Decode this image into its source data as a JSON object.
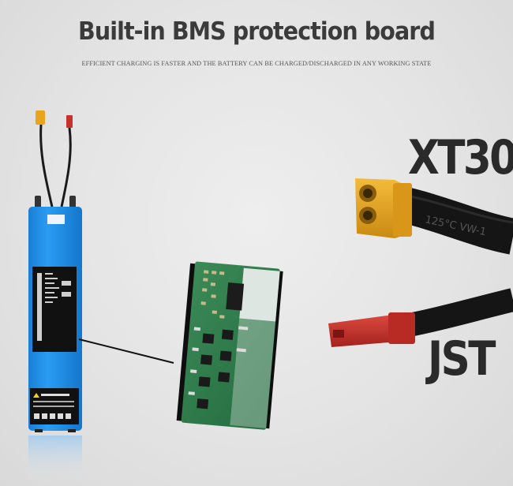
{
  "title": "Built-in BMS protection board",
  "subtitle": "EFFICIENT CHARGING IS FASTER AND THE BATTERY CAN BE CHARGED/DISCHARGED IN ANY WORKING STATE",
  "labels": {
    "xt30": "XT30",
    "jst": "JST"
  },
  "cable_print": "125°C  VW-1",
  "colors": {
    "battery": "#1f8fe8",
    "pcb": "#2f7a4c",
    "xt30": "#e8a41c",
    "jst": "#c8322c",
    "cable": "#151515"
  }
}
